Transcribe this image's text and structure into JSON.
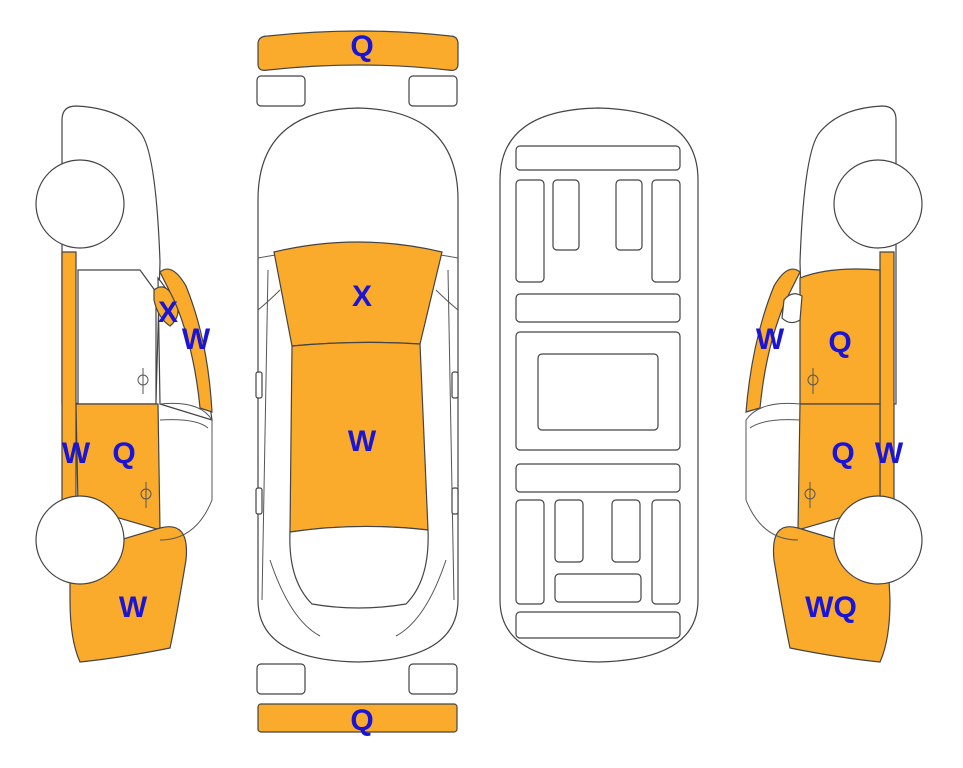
{
  "colors": {
    "damaged_panel": "#FBAB2C",
    "mark_text": "#1A14D6",
    "outline": "#444444"
  },
  "marks": {
    "front_bumper": "Q",
    "rear_bumper": "Q",
    "top_windshield": "X",
    "top_roof": "W",
    "left_a_pillar": "X",
    "left_windshield_edge": "W",
    "left_rocker": "W",
    "left_rear_door": "Q",
    "left_rear_quarter": "W",
    "right_windshield_edge": "W",
    "right_front_door": "Q",
    "right_rear_door": "Q",
    "right_rocker": "W",
    "right_rear_quarter": "WQ"
  }
}
